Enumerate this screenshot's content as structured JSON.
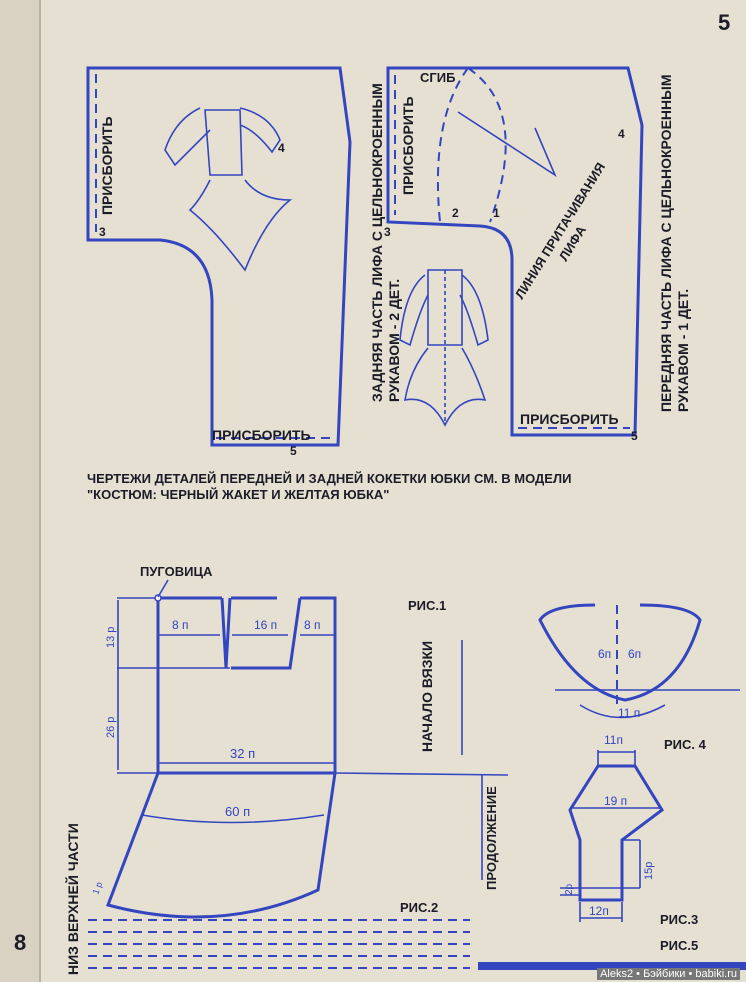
{
  "page_number": "5",
  "margin_number": "8",
  "back_piece": {
    "gather_side": "ПРИСБОРИТЬ",
    "gather_bottom": "ПРИСБОРИТЬ",
    "points": [
      "3",
      "4",
      "5"
    ],
    "caption_line1": "ЗАДНЯЯ ЧАСТЬ ЛИФА С ЦЕЛЬНОКРОЕННЫМ",
    "caption_line2": "РУКАВОМ - 2 ДЕТ."
  },
  "front_piece": {
    "fold": "СГИБ",
    "gather_side": "ПРИСБОРИТЬ",
    "gather_bottom": "ПРИСБОРИТЬ",
    "points": [
      "1",
      "2",
      "3",
      "4",
      "5"
    ],
    "bodice_line": "ЛИНИЯ ПРИТАЧИВАНИЯ",
    "bodice_line2": "ЛИФА",
    "caption_line1": "ПЕРЕДНЯЯ ЧАСТЬ ЛИФА С ЦЕЛЬНОКРОЕННЫМ",
    "caption_line2": "РУКАВОМ - 1 ДЕТ."
  },
  "note": {
    "line1": "ЧЕРТЕЖИ ДЕТАЛЕЙ ПЕРЕДНЕЙ И ЗАДНЕЙ КОКЕТКИ ЮБКИ СМ. В МОДЕЛИ",
    "line2": "\"КОСТЮМ: ЧЕРНЫЙ ЖАКЕТ И ЖЕЛТАЯ ЮБКА\""
  },
  "fig1": {
    "label": "РИС.1",
    "button": "ПУГОВИЦА",
    "dims": [
      "8 п",
      "16 п",
      "8 п",
      "13 р",
      "26 р",
      "32 п",
      "60 п",
      "1 р"
    ],
    "start": "НАЧАЛО ВЯЗКИ",
    "continuation": "ПРОДОЛЖЕНИЕ",
    "bottom_upper": "НИЗ ВЕРХНЕЙ ЧАСТИ"
  },
  "fig2": {
    "label": "РИС.2"
  },
  "fig3": {
    "label": "РИС.3",
    "dims": [
      "11п",
      "19 п",
      "15р",
      "2р",
      "12п"
    ]
  },
  "fig4": {
    "label": "РИС. 4",
    "dims": [
      "6п",
      "6п",
      "11 п"
    ]
  },
  "fig5": {
    "label": "РИС.5"
  },
  "credit": "Aleks2 • Бэйбики • babiki.ru",
  "colors": {
    "pattern_blue": "#3346c0",
    "paper": "#e6e0d2"
  }
}
